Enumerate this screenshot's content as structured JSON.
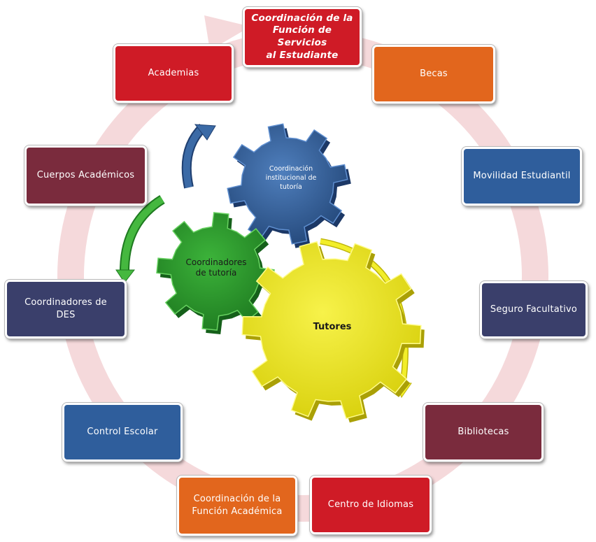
{
  "colors": {
    "red": "#cf1b26",
    "orange": "#e2661d",
    "blue": "#2f5e9c",
    "maroon": "#7a2b3d",
    "navy": "#3a3f6b",
    "ring": "#f4d3d5",
    "gear_blue": "#3b6aa6",
    "gear_green": "#2e9b2e",
    "gear_yellow": "#f0ec1c"
  },
  "center_title": "Coordinación de la\nFunción de Servicios\nal Estudiante",
  "nodes": {
    "becas": "Becas",
    "movilidad": "Movilidad Estudiantil",
    "seguro": "Seguro Facultativo",
    "bibliotecas": "Bibliotecas",
    "idiomas": "Centro de Idiomas",
    "func_academica": "Coordinación de la\nFunción Académica",
    "control_escolar": "Control Escolar",
    "coord_des": "Coordinadores de\nDES",
    "cuerpos": "Cuerpos Académicos",
    "academias": "Academias"
  },
  "gears": {
    "institucional": "Coordinación\ninstitucional de\ntutoría",
    "coordinadores": "Coordinadores\nde tutoría",
    "tutores": "Tutores"
  }
}
